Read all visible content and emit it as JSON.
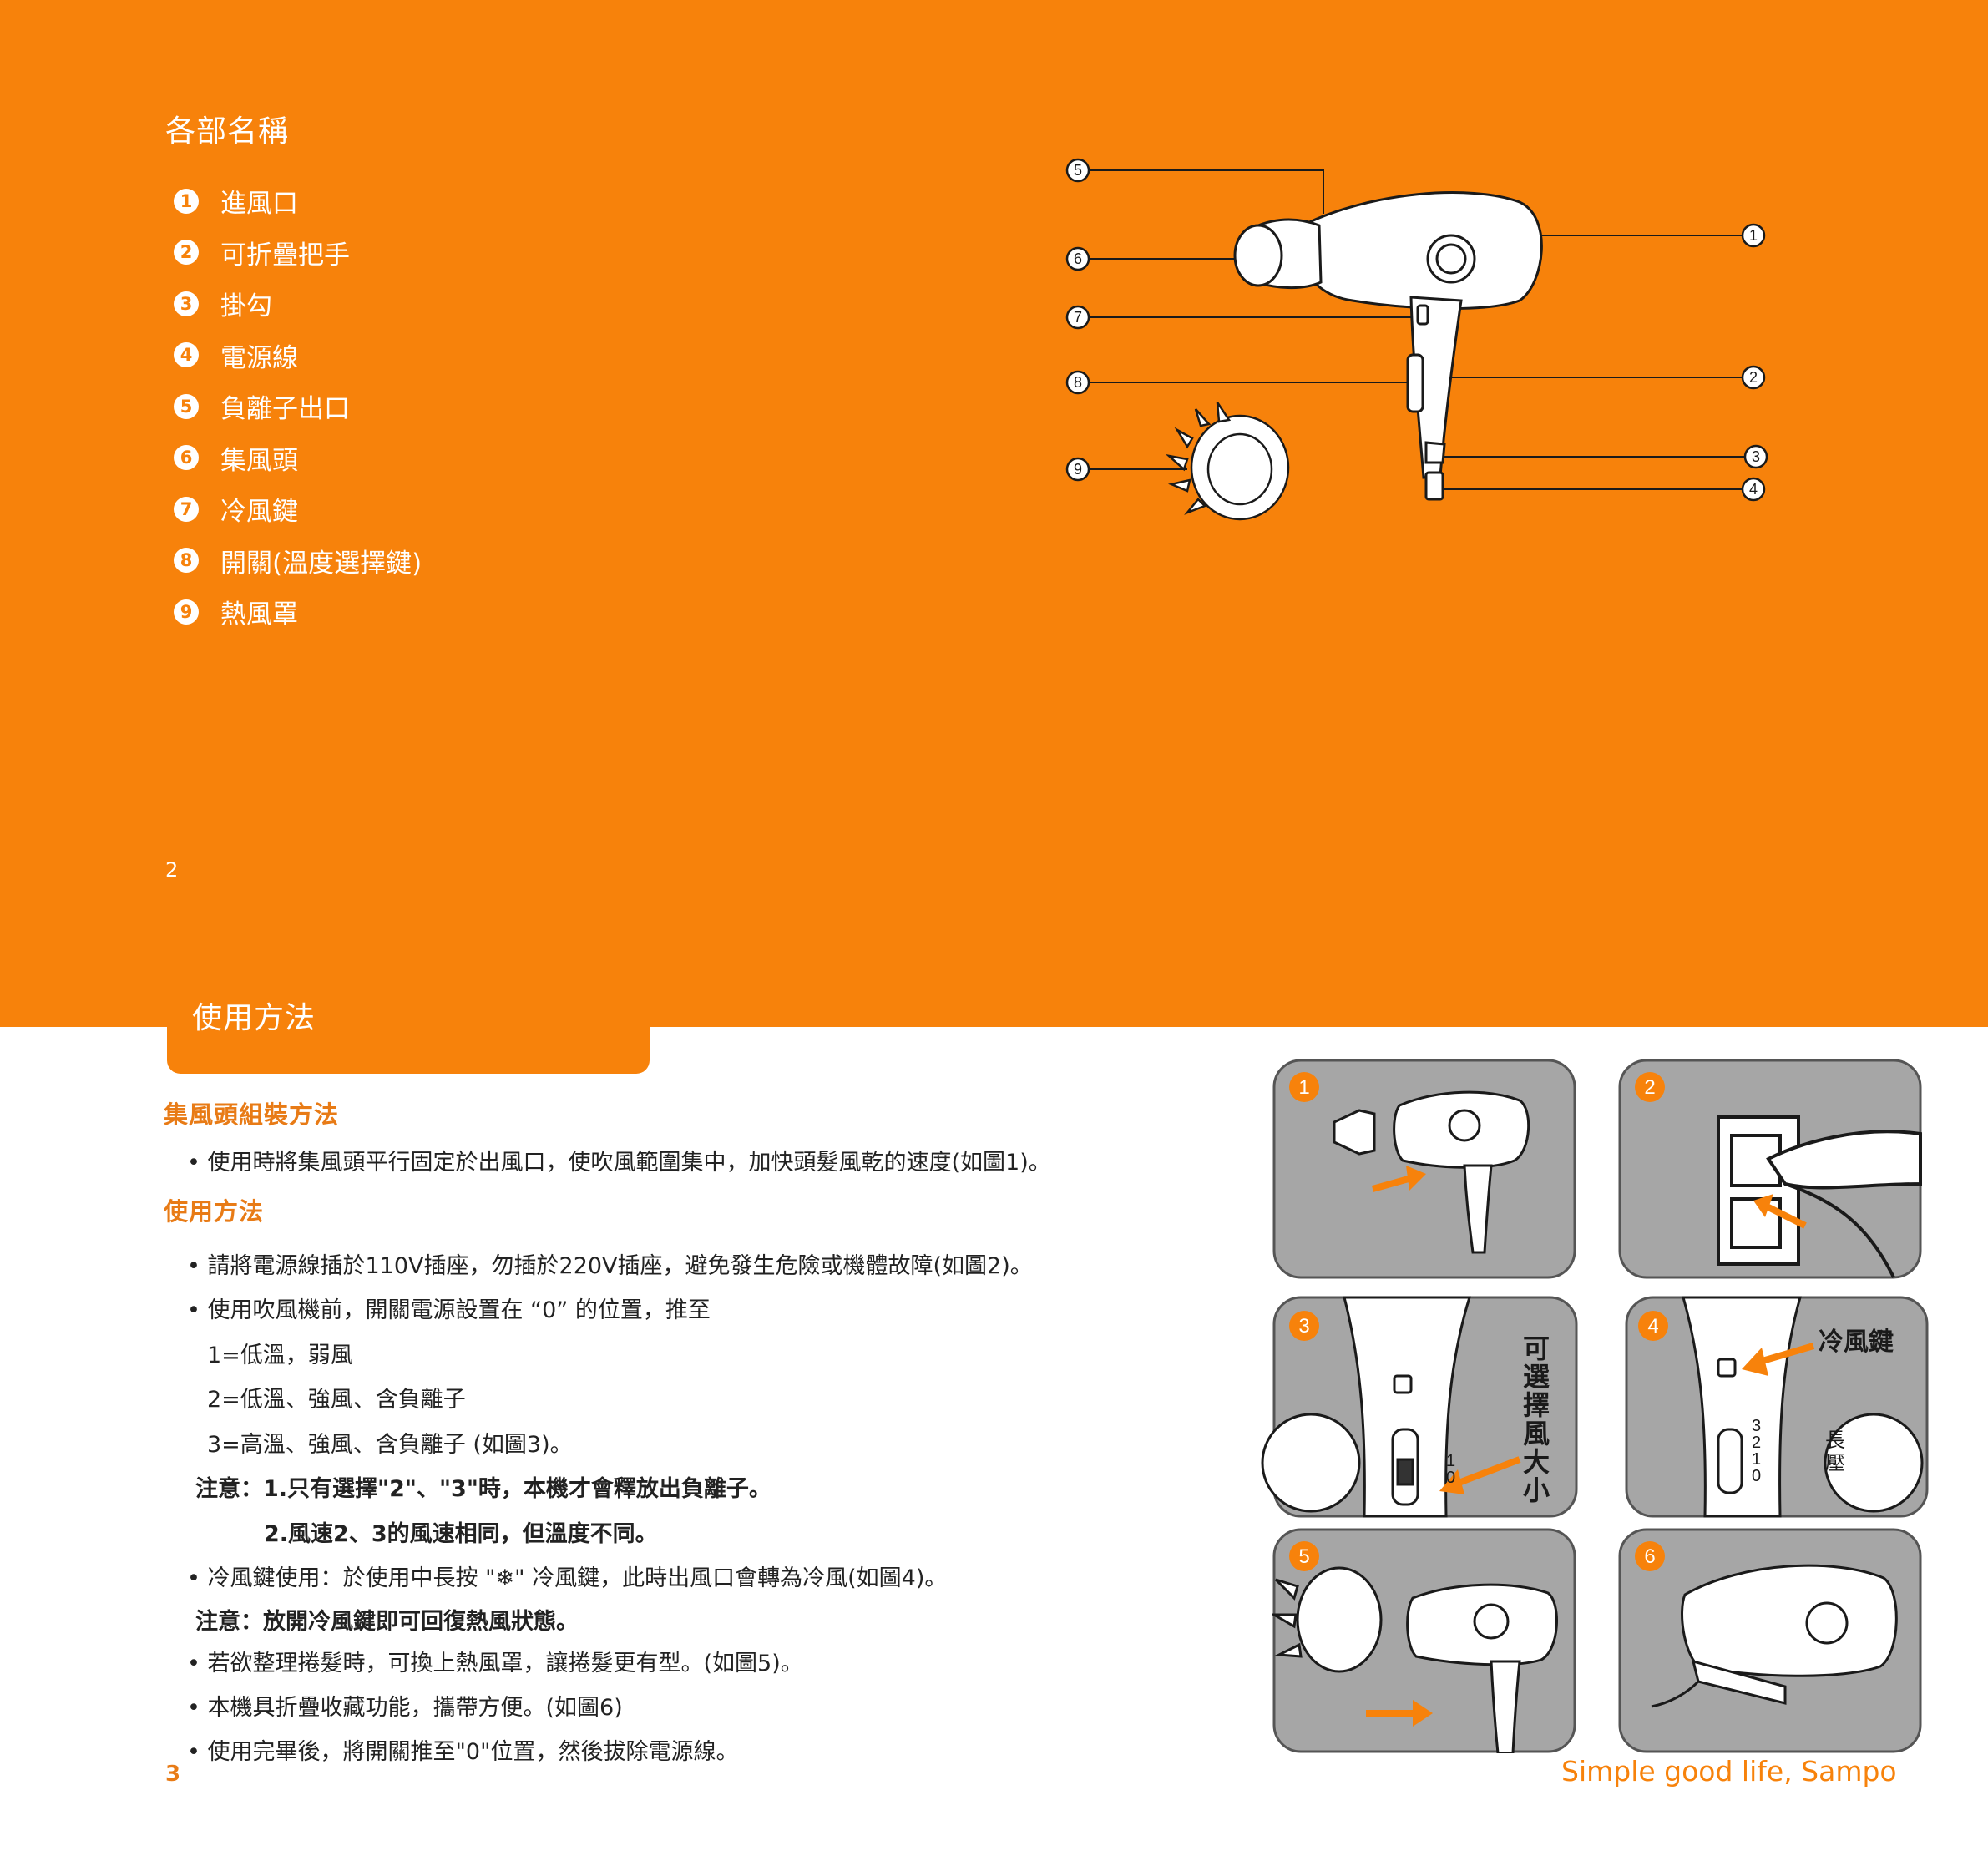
{
  "parts": {
    "title": "各部名稱",
    "items": [
      {
        "num": "1",
        "label": "進風口"
      },
      {
        "num": "2",
        "label": "可折疊把手"
      },
      {
        "num": "3",
        "label": "掛勾"
      },
      {
        "num": "4",
        "label": "電源線"
      },
      {
        "num": "5",
        "label": "負離子出口"
      },
      {
        "num": "6",
        "label": "集風頭"
      },
      {
        "num": "7",
        "label": "冷風鍵"
      },
      {
        "num": "8",
        "label": "開關(溫度選擇鍵)"
      },
      {
        "num": "9",
        "label": "熱風罩"
      }
    ],
    "callouts": [
      "1",
      "2",
      "3",
      "4",
      "5",
      "6",
      "7",
      "8",
      "9"
    ]
  },
  "page_top": "2",
  "usage": {
    "title": "使用方法",
    "section1_title": "集風頭組裝方法",
    "section1_lines": [
      "• 使用時將集風頭平行固定於出風口，使吹風範圍集中，加快頭髮風乾的速度(如圖1)。"
    ],
    "section2_title": "使用方法",
    "lines": [
      "• 請將電源線插於110V插座，勿插於220V插座，避免發生危險或機體故障(如圖2)。",
      "• 使用吹風機前，開關電源設置在 “0” 的位置，推至",
      "1=低溫，弱風",
      "2=低溫、強風、含負離子",
      "3=高溫、強風、含負離子 (如圖3)。",
      "注意：1.只有選擇\"2\"、\"3\"時，本機才會釋放出負離子。",
      "2.風速2、3的風速相同，但溫度不同。",
      "• 冷風鍵使用：於使用中長按 \"❄\" 冷風鍵，此時出風口會轉為冷風(如圖4)。",
      "注意：放開冷風鍵即可回復熱風狀態。",
      "• 若欲整理捲髮時，可換上熱風罩，讓捲髮更有型。(如圖5)。",
      "• 本機具折疊收藏功能，攜帶方便。(如圖6)",
      "• 使用完畢後，將開關推至\"0\"位置，然後拔除電源線。"
    ]
  },
  "panels": {
    "numbers": [
      "1",
      "2",
      "3",
      "4",
      "5",
      "6"
    ],
    "p3_label": "可選擇風大小",
    "p4_label": "冷風鍵",
    "p4_press": "長壓",
    "switch_digits": [
      "3",
      "2",
      "1",
      "0"
    ]
  },
  "page_bottom": "3",
  "brand": "Simple good life, Sampo",
  "colors": {
    "orange": "#f7820b",
    "panel_gray": "#a6a6a6",
    "text": "#222222"
  }
}
